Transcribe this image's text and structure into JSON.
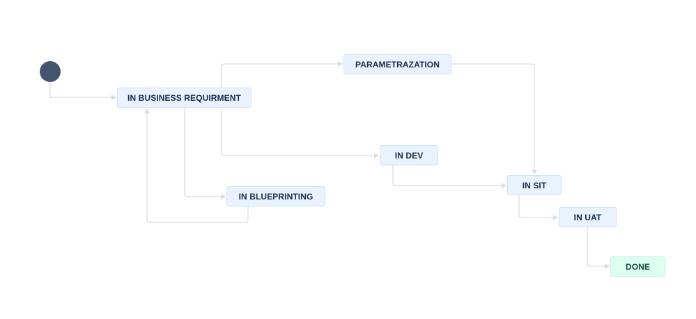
{
  "workflow": {
    "statuses": {
      "business_requirement": "IN BUSINESS REQUIRMENT",
      "parametrazation": "PARAMETRAZATION",
      "dev": "IN DEV",
      "blueprinting": "IN BLUEPRINTING",
      "sit": "IN SIT",
      "uat": "IN UAT",
      "done": "DONE"
    },
    "colors": {
      "start_node": "#44546f",
      "todo_background": "#e9f2fe",
      "todo_border": "#cfe1fd",
      "todo_text": "#172b4d",
      "done_background": "#dcfff1",
      "done_border": "#baf3db",
      "done_text": "#164b35",
      "transition_line": "#d8dce3"
    }
  }
}
